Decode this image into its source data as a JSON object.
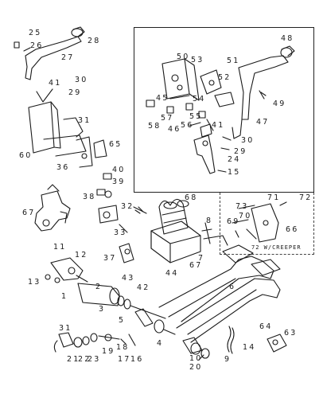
{
  "diagram": {
    "callouts": [
      "25",
      "26",
      "28",
      "27",
      "41",
      "30",
      "29",
      "31",
      "60",
      "65",
      "36",
      "40",
      "39",
      "38",
      "32",
      "33",
      "67",
      "11",
      "12",
      "13",
      "37",
      "2",
      "1",
      "3",
      "4",
      "5",
      "43",
      "42",
      "44",
      "68",
      "8",
      "7",
      "6",
      "67",
      "9",
      "14",
      "64",
      "63",
      "31",
      "21",
      "22",
      "23",
      "19",
      "18",
      "17",
      "16",
      "20",
      "10",
      "48",
      "50",
      "53",
      "51",
      "52",
      "54",
      "45",
      "55",
      "56",
      "57",
      "58",
      "46",
      "41",
      "49",
      "47",
      "30",
      "29",
      "24",
      "15",
      "71",
      "73",
      "70",
      "69",
      "66",
      "72"
    ],
    "note": "72 W/CREEPER"
  }
}
